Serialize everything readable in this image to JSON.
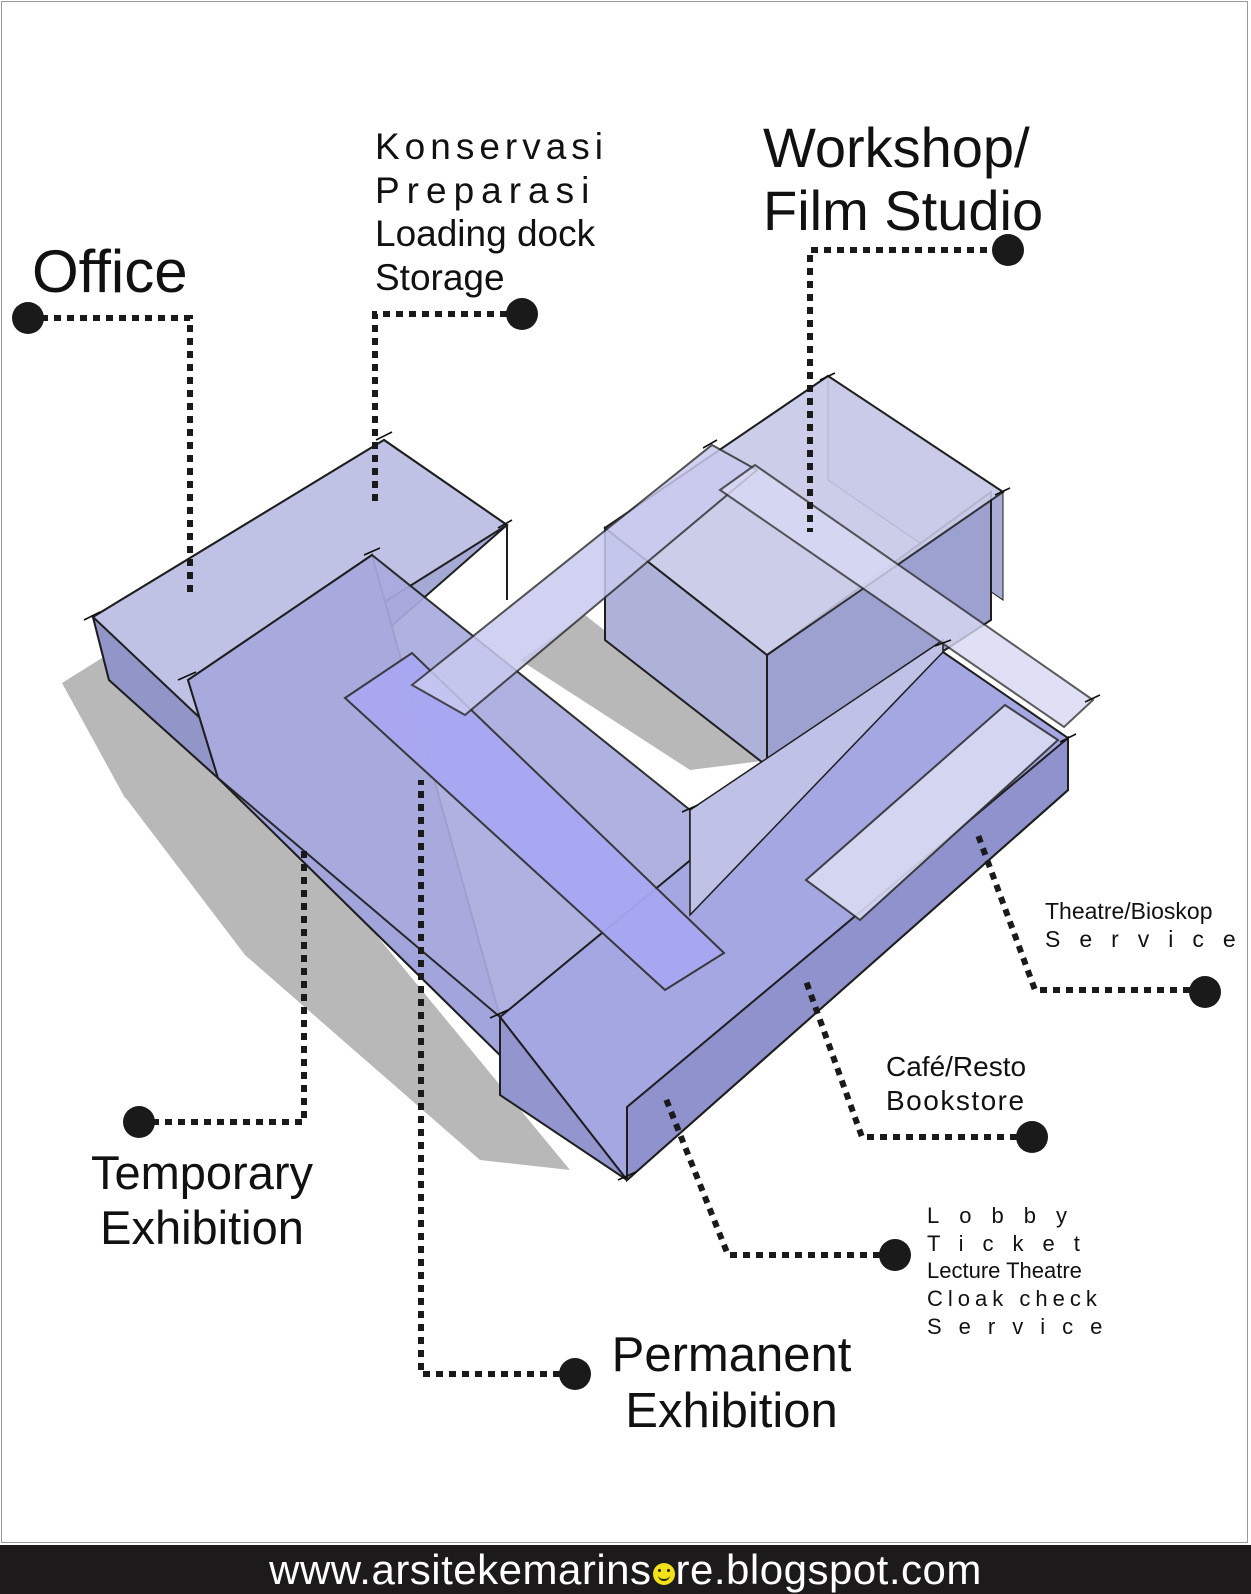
{
  "labels": {
    "office": "Office",
    "konservasi": [
      "Konservasi",
      "Preparasi",
      "Loading dock",
      "Storage"
    ],
    "workshop": [
      "Workshop/",
      "Film Studio"
    ],
    "theatre": [
      "Theatre/Bioskop",
      "Service"
    ],
    "cafe": [
      "Café/Resto",
      "Bookstore"
    ],
    "lobby": [
      "Lobby",
      "Ticket",
      "Lecture Theatre",
      "Cloak check",
      "Service"
    ],
    "temporary": [
      "Temporary",
      "Exhibition"
    ],
    "permanent": [
      "Permanent",
      "Exhibition"
    ]
  },
  "footer": {
    "url_before": "www.arsitekemarins",
    "url_smiley": "smiley-face-icon",
    "url_after": "re.blogspot.com"
  },
  "colors": {
    "volume_fill": "#a9acd9",
    "volume_fill_light": "#c9cbe8",
    "volume_fill_dark": "#8f93c9",
    "highlight_fill": "#a8a7f2",
    "shadow": "#b8b8b8",
    "leader_line": "#1a1a1a",
    "footer_bg": "#1c1a1a",
    "footer_text": "#ffffff",
    "smiley": "#f2e11a"
  }
}
